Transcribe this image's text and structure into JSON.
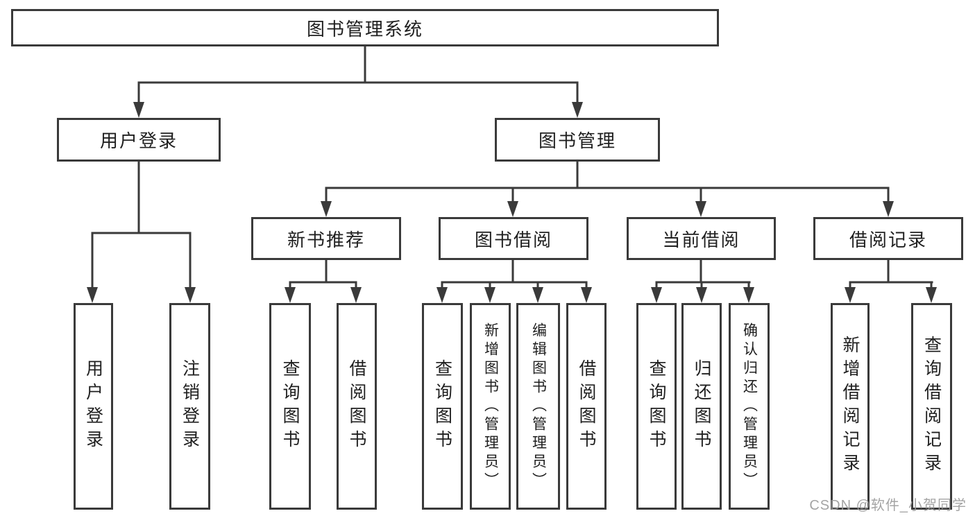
{
  "tree": {
    "root": {
      "label": "图书管理系统"
    },
    "branches": [
      {
        "label": "用户登录",
        "children": [
          {
            "label": "用户登录"
          },
          {
            "label": "注销登录"
          }
        ]
      },
      {
        "label": "图书管理",
        "children": [
          {
            "label": "新书推荐",
            "children": [
              {
                "label": "查询图书"
              },
              {
                "label": "借阅图书"
              }
            ]
          },
          {
            "label": "图书借阅",
            "children": [
              {
                "label": "查询图书"
              },
              {
                "label": "新增图书（管理员）"
              },
              {
                "label": "编辑图书（管理员）"
              },
              {
                "label": "借阅图书"
              }
            ]
          },
          {
            "label": "当前借阅",
            "children": [
              {
                "label": "查询图书"
              },
              {
                "label": "归还图书"
              },
              {
                "label": "确认归还（管理员）"
              }
            ]
          },
          {
            "label": "借阅记录",
            "children": [
              {
                "label": "新增借阅记录"
              },
              {
                "label": "查询借阅记录"
              }
            ]
          }
        ]
      }
    ]
  },
  "watermark": {
    "text": "CSDN @软件_小贺同学"
  },
  "colors": {
    "line": "#3a3a3a",
    "text": "#1f1f1f",
    "background": "#ffffff",
    "watermark": "#9b9b9b"
  }
}
